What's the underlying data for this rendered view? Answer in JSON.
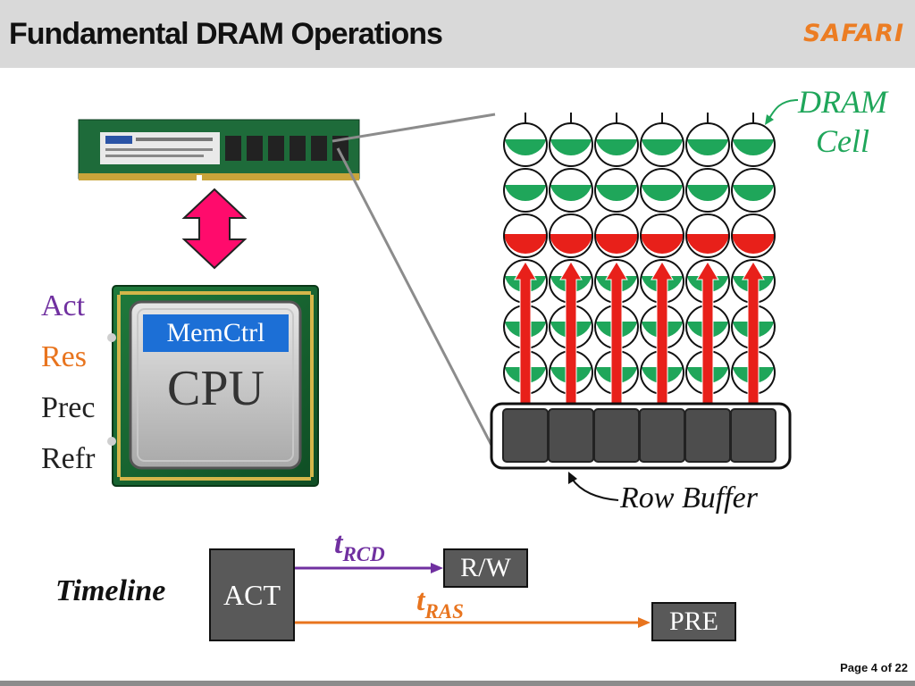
{
  "header": {
    "title": "Fundamental DRAM Operations",
    "brand": "SAFARI"
  },
  "operations": [
    "Act",
    "Res",
    "Prec",
    "Refr"
  ],
  "cpu": {
    "memctrl_label": "MemCtrl",
    "cpu_label": "CPU"
  },
  "dram": {
    "cell_label_line1": "DRAM",
    "cell_label_line2": "Cell",
    "row_buffer_label": "Row Buffer",
    "rows": 6,
    "columns": 6,
    "row_states": [
      "green-full",
      "green-full",
      "red-full",
      "green-activating",
      "green-activating",
      "green-activating"
    ]
  },
  "timeline": {
    "label": "Timeline",
    "act": "ACT",
    "rw": "R/W",
    "pre": "PRE",
    "trcd_main": "t",
    "trcd_sub": "RCD",
    "tras_main": "t",
    "tras_sub": "RAS"
  },
  "footer": {
    "page": "Page 4 of 22"
  },
  "colors": {
    "header_bg": "#d9d9d9",
    "brand": "#ec7d23",
    "green": "#1fa65a",
    "red": "#e8201a",
    "purple": "#7030a0",
    "orange": "#e8741e",
    "box_gray": "#595959",
    "memctrl_blue": "#1c6fd6"
  }
}
